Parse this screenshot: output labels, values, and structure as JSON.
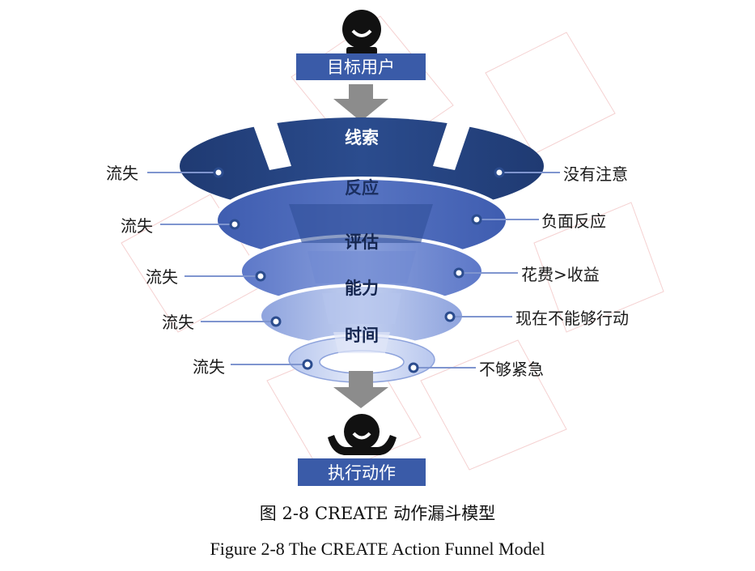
{
  "diagram": {
    "top_label": "目标用户",
    "bottom_label": "执行动作",
    "stages": [
      {
        "name": "线索",
        "loss_left": "流失",
        "loss_right": "没有注意"
      },
      {
        "name": "反应",
        "loss_left": "流失",
        "loss_right": "负面反应"
      },
      {
        "name": "评估",
        "loss_left": "流失",
        "loss_right": "花费>收益"
      },
      {
        "name": "能力",
        "loss_left": "流失",
        "loss_right": "现在不能够行动"
      },
      {
        "name": "时间",
        "loss_left": "流失",
        "loss_right": "不够紧急"
      }
    ],
    "colors": {
      "dark_blue": "#1f3f7a",
      "mid_blue": "#3f5fae",
      "light_blue": "#a9bbe6",
      "label_box": "#3a5ba8",
      "arrow_gray": "#8c8c8c"
    }
  },
  "caption": {
    "chinese": "图 2-8 CREATE 动作漏斗模型",
    "english": "Figure 2-8 The CREATE Action Funnel Model"
  }
}
